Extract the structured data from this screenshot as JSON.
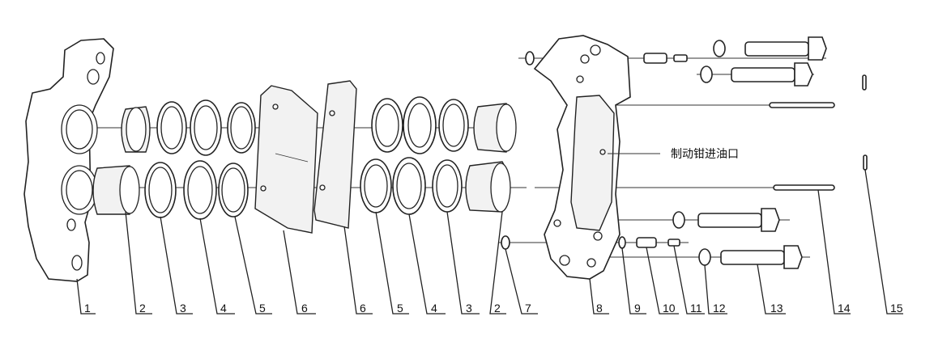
{
  "diagram": {
    "callouts": [
      "1",
      "2",
      "3",
      "4",
      "5",
      "6",
      "6",
      "5",
      "4",
      "3",
      "2",
      "7",
      "8",
      "9",
      "10",
      "11",
      "12",
      "13",
      "14",
      "15"
    ],
    "note": "制动钳进油口"
  }
}
